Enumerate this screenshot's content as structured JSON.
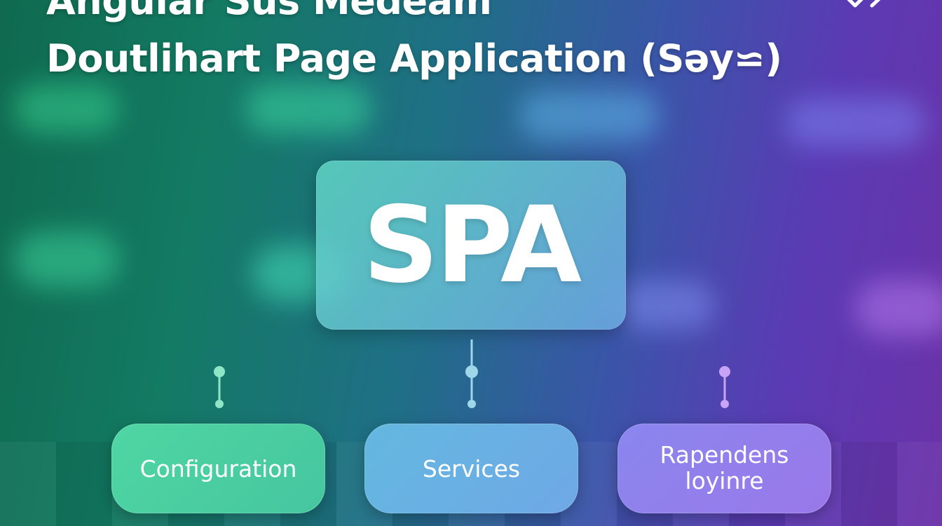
{
  "title": {
    "line1": "Angular Sus Medeam",
    "line2": "Doutlihart Page Application (Səy⋍)"
  },
  "diagram": {
    "root": "SPA",
    "children": [
      {
        "label": "Configuration"
      },
      {
        "label": "Services"
      },
      {
        "label_lines": [
          "Rapendens",
          "loyinre"
        ]
      }
    ]
  },
  "colors": {
    "connector_left": "#7ee8c4",
    "connector_right": "#c9a3f5",
    "node_1": "#4fd6a3",
    "node_2": "#63b8e0",
    "node_3": "#8a86ee"
  },
  "icons": {
    "corner": "link-icon"
  }
}
